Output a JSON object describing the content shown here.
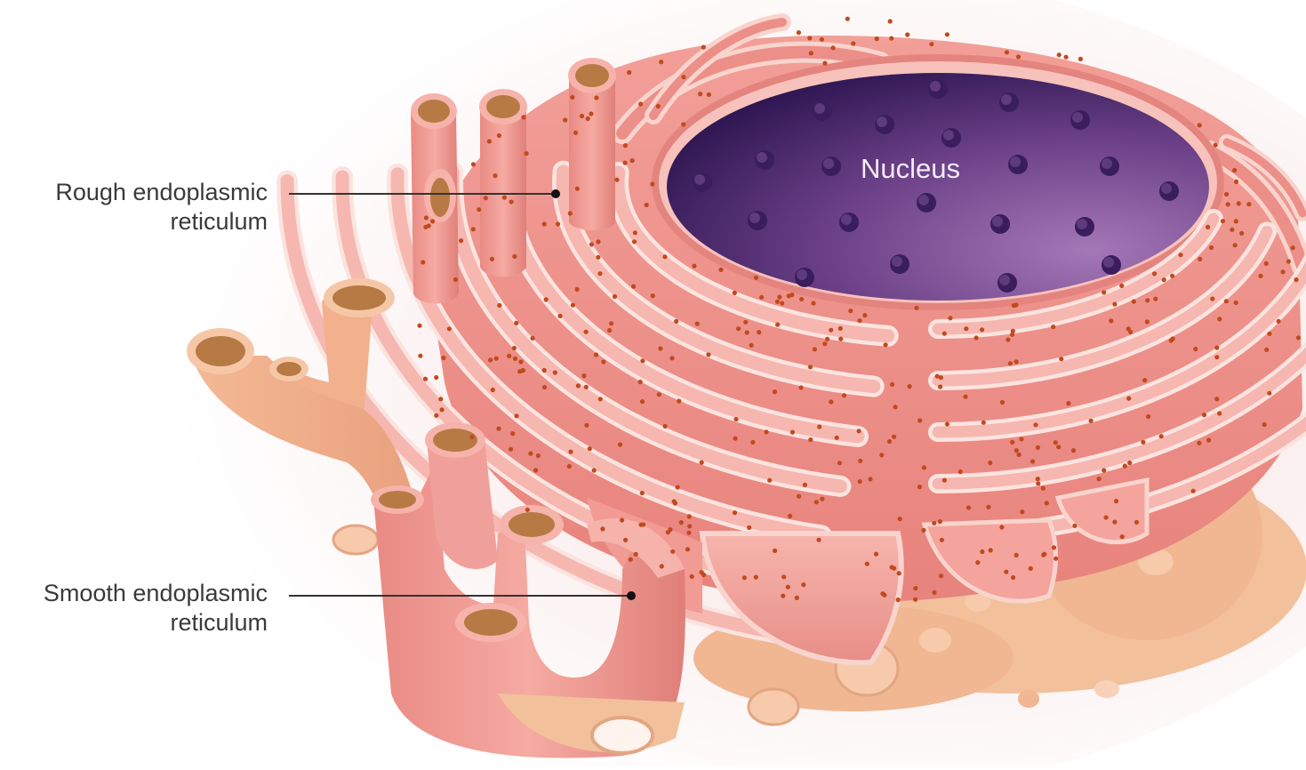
{
  "labels": {
    "rough": {
      "line1": "Rough endoplasmic",
      "line2": "reticulum"
    },
    "smooth": {
      "line1": "Smooth endoplasmic",
      "line2": "reticulum"
    },
    "nucleus": "Nucleus"
  },
  "colors": {
    "background_glow": "#f6dede",
    "er_membrane": "#ef9a96",
    "er_dark": "#d97772",
    "er_highlight": "#fbe4df",
    "cistern_lumen": "#f6b7b0",
    "smooth_er": "#f2b08d",
    "tube_opening": "#b77a44",
    "nucleus_dark": "#2e1652",
    "nucleus_light": "#a477b6",
    "nuclear_pore": "#3a1d5c",
    "ribosome": "#c04a1f",
    "leader_line": "#333333"
  },
  "icons": {
    "pointer": "leader-dot"
  }
}
